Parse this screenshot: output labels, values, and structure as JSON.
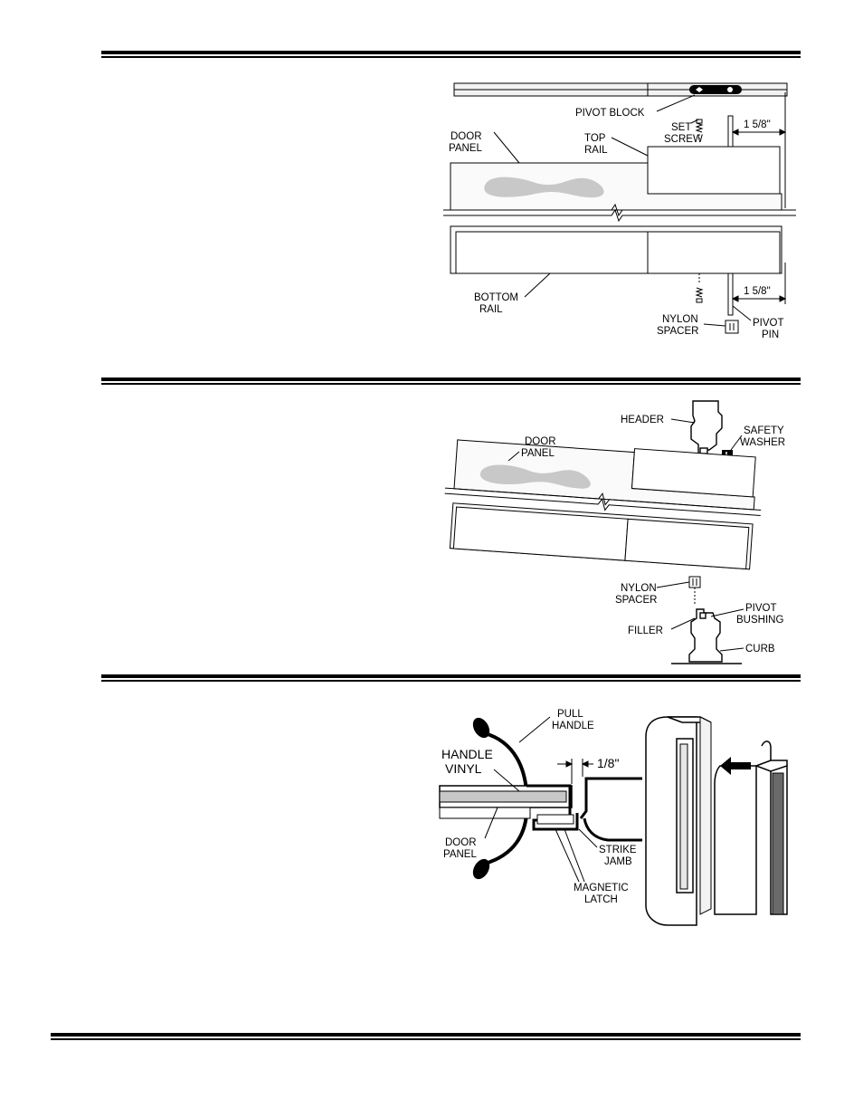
{
  "figure1": {
    "labels": {
      "pivot_block": "PIVOT BLOCK",
      "set_screw_1": "SET",
      "set_screw_2": "SCREW",
      "top_rail_1": "TOP",
      "top_rail_2": "RAIL",
      "door_panel_1": "DOOR",
      "door_panel_2": "PANEL",
      "dim_top": "1 5/8\"",
      "dim_bottom": "1 5/8\"",
      "bottom_rail_1": "BOTTOM",
      "bottom_rail_2": "RAIL",
      "nylon_spacer_1": "NYLON",
      "nylon_spacer_2": "SPACER",
      "pivot_pin_1": "PIVOT",
      "pivot_pin_2": "PIN"
    }
  },
  "figure2": {
    "labels": {
      "header": "HEADER",
      "safety_washer_1": "SAFETY",
      "safety_washer_2": "WASHER",
      "door_panel_1": "DOOR",
      "door_panel_2": "PANEL",
      "nylon_spacer_1": "NYLON",
      "nylon_spacer_2": "SPACER",
      "pivot_bushing_1": "PIVOT",
      "pivot_bushing_2": "BUSHING",
      "filler": "FILLER",
      "curb": "CURB"
    }
  },
  "figure3": {
    "labels": {
      "pull_handle_1": "PULL",
      "pull_handle_2": "HANDLE",
      "handle_vinyl_1": "HANDLE",
      "handle_vinyl_2": "VINYL",
      "gap": "1/8\"",
      "door_panel_1": "DOOR",
      "door_panel_2": "PANEL",
      "strike_jamb_1": "STRIKE",
      "strike_jamb_2": "JAMB",
      "magnetic_latch_1": "MAGNETIC",
      "magnetic_latch_2": "LATCH"
    }
  },
  "colors": {
    "ink": "#000000",
    "fill_gray": "#c8c8c8",
    "panel_gray": "#f0f0f0"
  }
}
